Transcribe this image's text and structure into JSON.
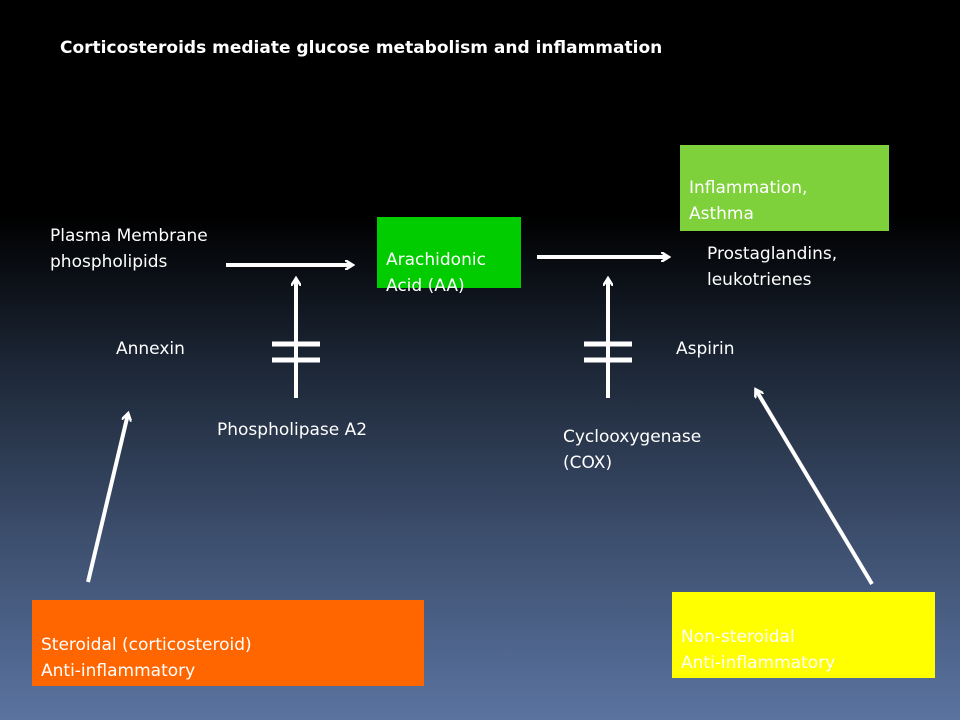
{
  "title": "Corticosteroids mediate glucose metabolism and inflammation",
  "nodes": {
    "plasma_membrane": "Plasma Membrane\nphospholipids",
    "arachidonic_acid": "Arachidonic\nAcid (AA)",
    "inflammation": "Inflammation,\nAsthma",
    "prostaglandins": "Prostaglandins,\nleukotrienes",
    "annexin": "Annexin",
    "aspirin": "Aspirin",
    "phospholipase": "Phospholipase A2",
    "cox": "Cyclooxygenase\n(COX)",
    "steroidal": "Steroidal (corticosteroid)\nAnti-inflammatory",
    "nonsteroidal": "Non-steroidal\nAnti-inflammatory"
  },
  "colors": {
    "arachidonic_box": "#00cc00",
    "inflammation_box": "#7fd13b",
    "steroidal_box": "#ff6600",
    "nonsteroidal_box": "#ffff00",
    "arrow": "#ffffff"
  }
}
